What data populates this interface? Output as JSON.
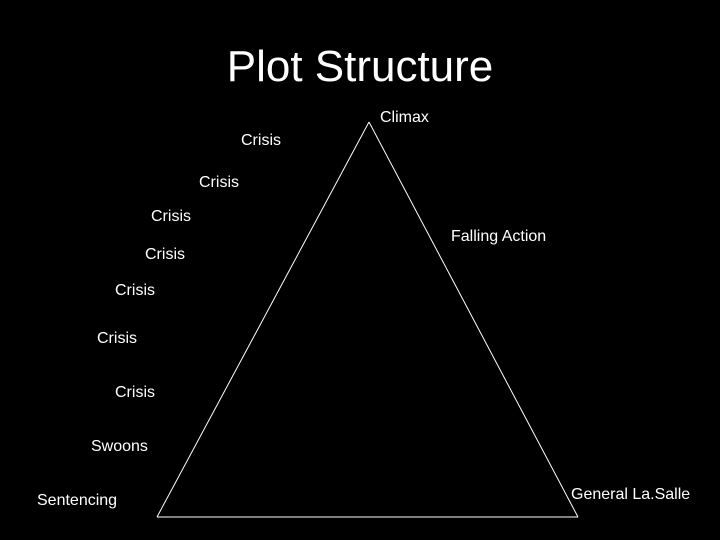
{
  "slide": {
    "title": "Plot Structure"
  },
  "diagram": {
    "climax": "Climax",
    "falling_action": "Falling Action",
    "crises": [
      "Crisis",
      "Crisis",
      "Crisis",
      "Crisis",
      "Crisis",
      "Crisis",
      "Crisis"
    ],
    "swoons": "Swoons",
    "sentencing": "Sentencing",
    "resolution": "General La.Salle"
  },
  "colors": {
    "background": "#000000",
    "text": "#ffffff",
    "line": "#ffffff"
  }
}
